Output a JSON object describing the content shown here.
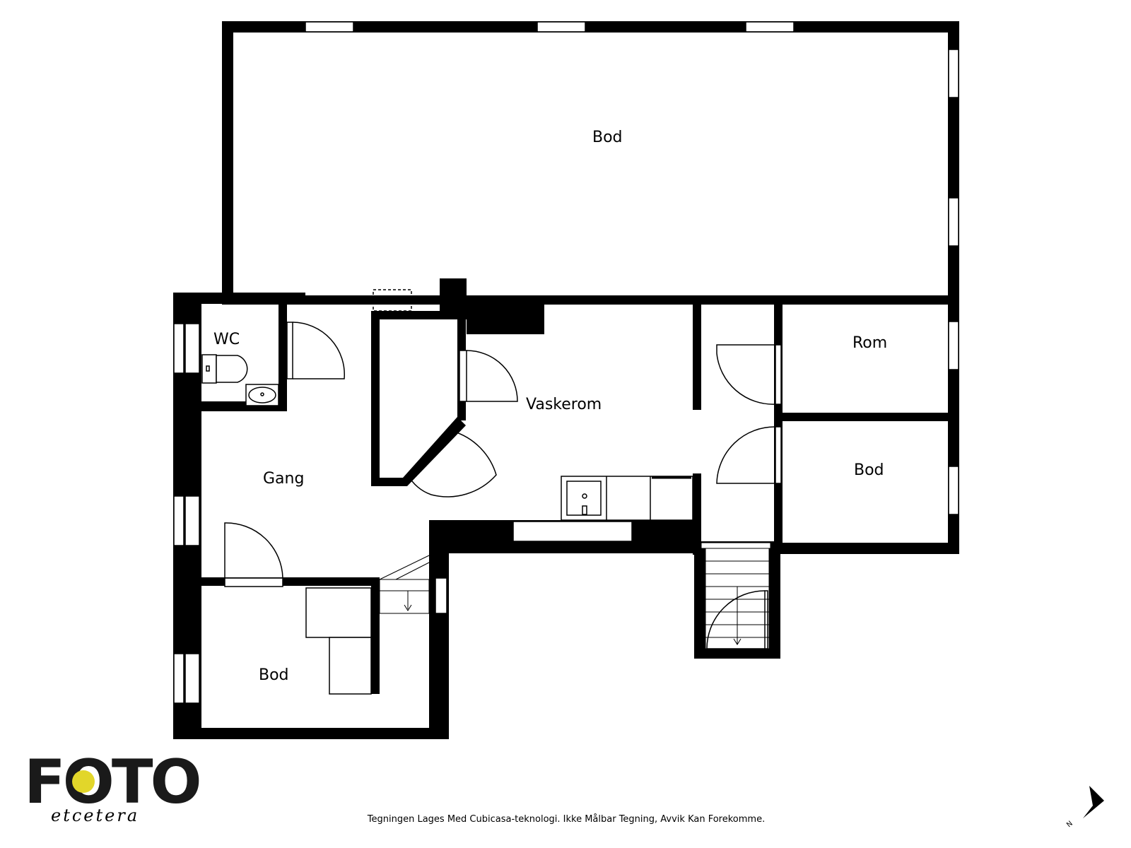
{
  "rooms": {
    "bod_top": "Bod",
    "wc": "WC",
    "vaskerom": "Vaskerom",
    "rom": "Rom",
    "bod_right": "Bod",
    "gang": "Gang",
    "bod_bottom": "Bod"
  },
  "footer": {
    "disclaimer": "Tegningen Lages Med Cubicasa-teknologi. Ikke Målbar Tegning, Avvik Kan Forekomme."
  },
  "logo": {
    "main": "FOTO",
    "script": "etcetera",
    "accent_color": "#e2d62a"
  },
  "compass": {
    "letter": "N"
  },
  "colors": {
    "wall": "#000000",
    "background": "#ffffff"
  }
}
